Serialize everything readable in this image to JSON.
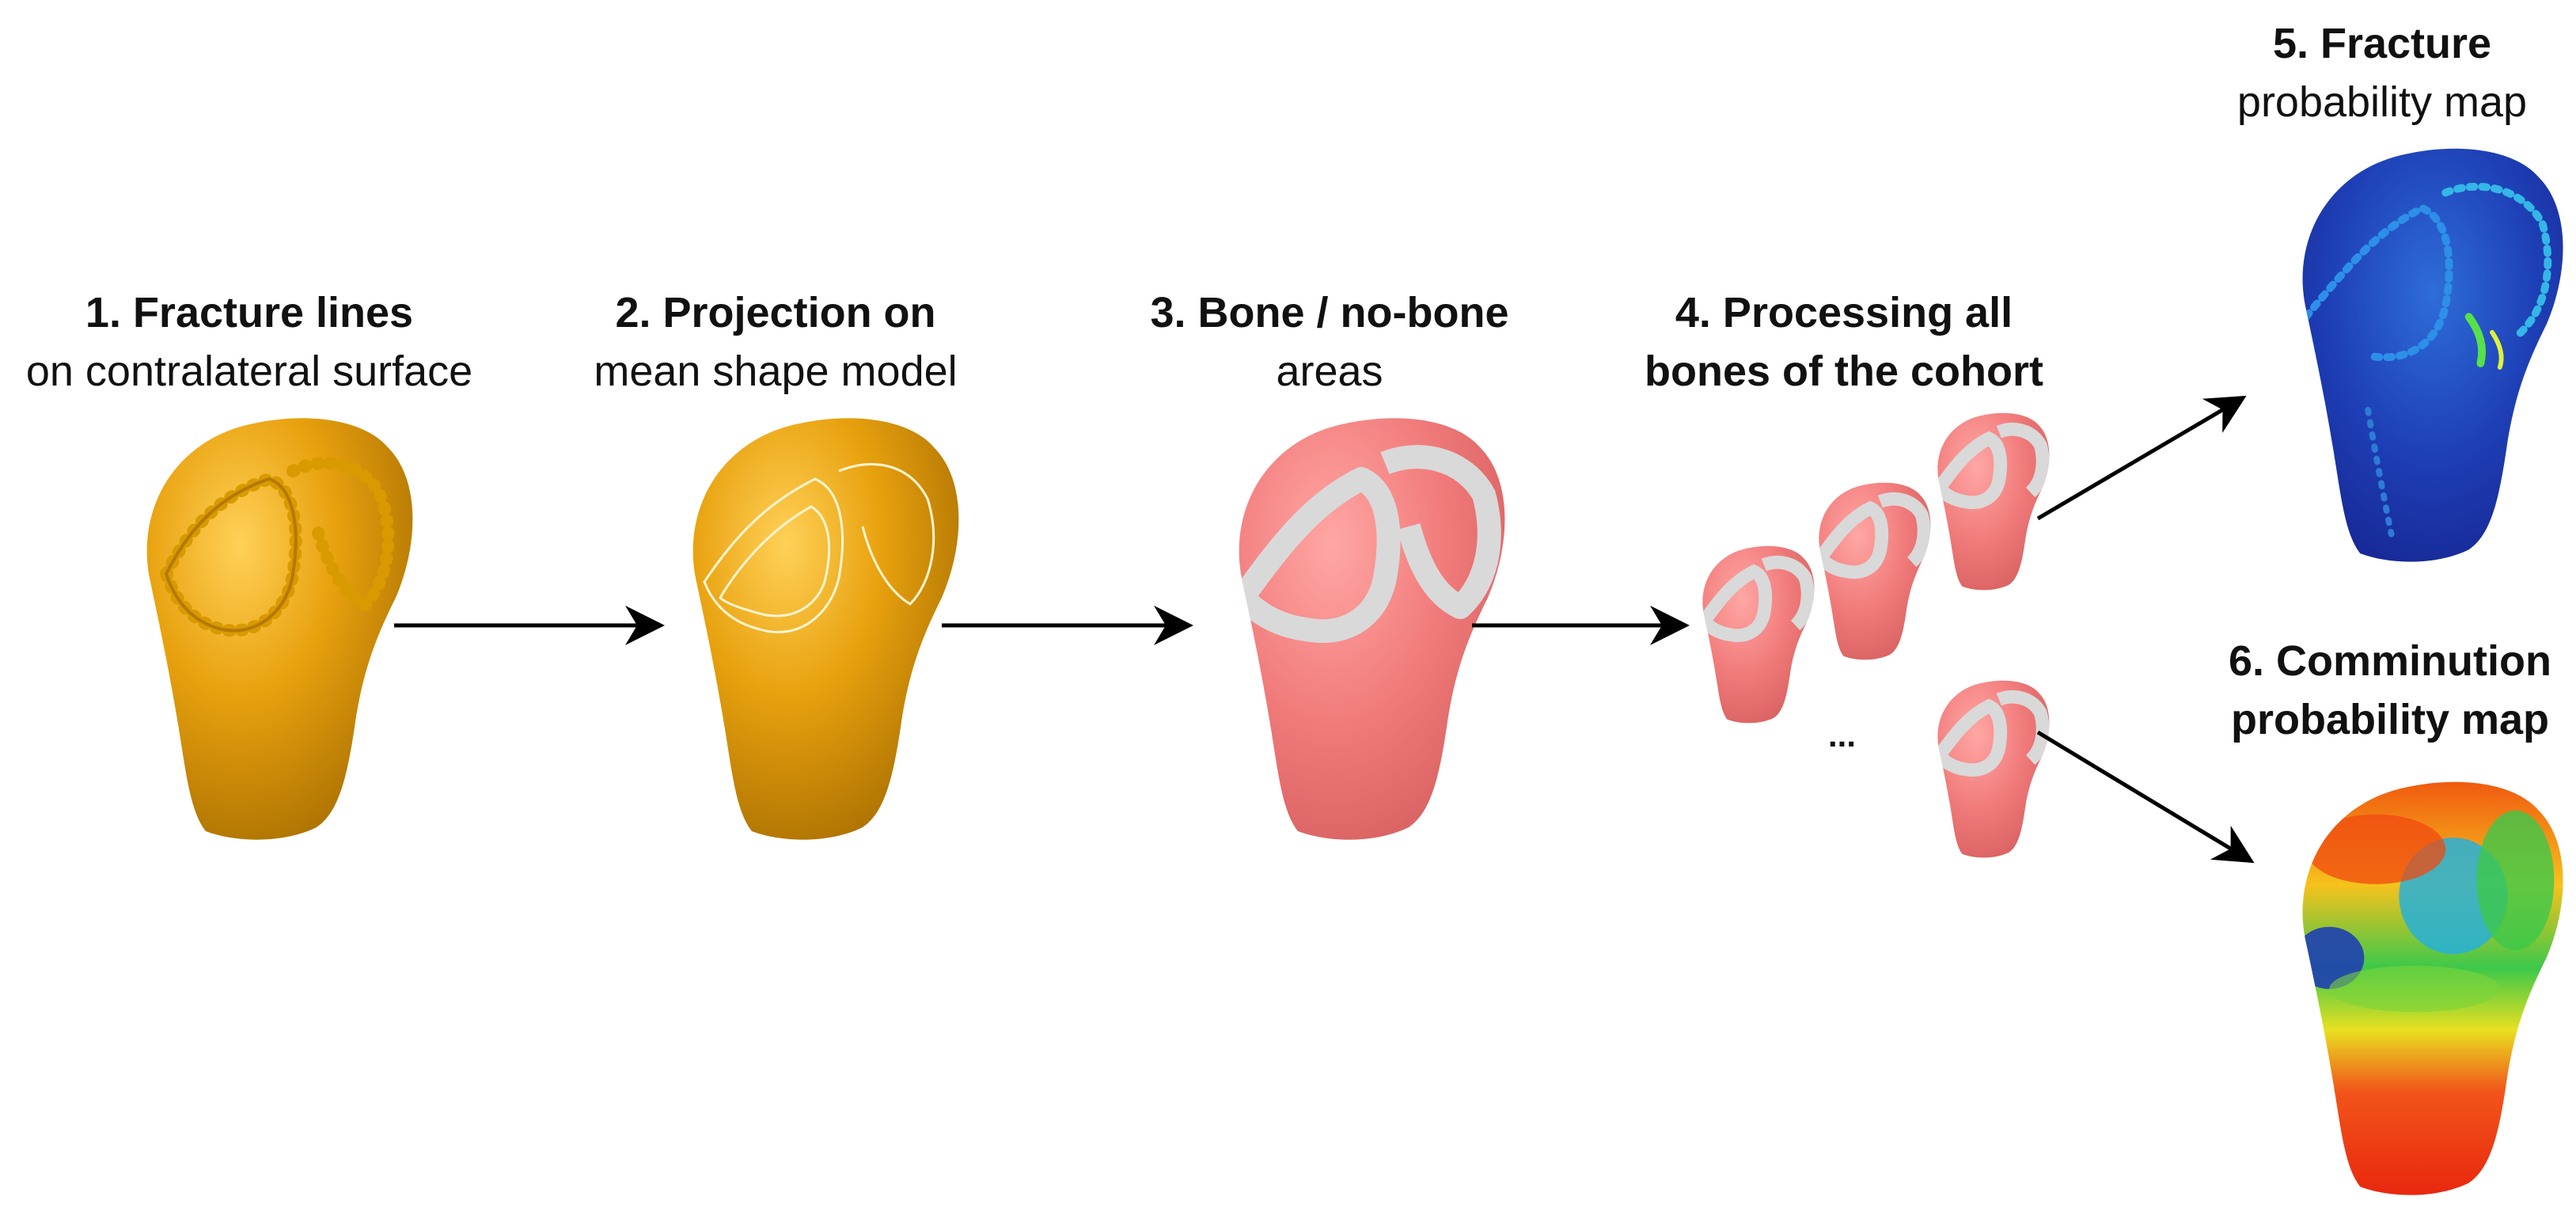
{
  "steps": [
    {
      "title": "1. Fracture lines",
      "subtitle": "on contralateral surface"
    },
    {
      "title": "2. Projection on",
      "subtitle": "mean shape model"
    },
    {
      "title": "3. Bone / no-bone",
      "subtitle": "areas"
    },
    {
      "title": "4. Processing all",
      "subtitle": "bones of the cohort"
    },
    {
      "title": "5. Fracture",
      "subtitle": "probability map"
    },
    {
      "title": "6. Comminution",
      "subtitle": "probability map"
    }
  ],
  "ellipsis": "...",
  "colors": {
    "gold": "#E8A10E",
    "gold_dark": "#A56C00",
    "salmon": "#F17B7B",
    "grey_band": "#D9D9D9",
    "heat_blue": "#1B2A9E",
    "heat_red": "#E8280E",
    "arrow": "#000000"
  },
  "icons": [
    "bone-model",
    "arrow-right"
  ]
}
